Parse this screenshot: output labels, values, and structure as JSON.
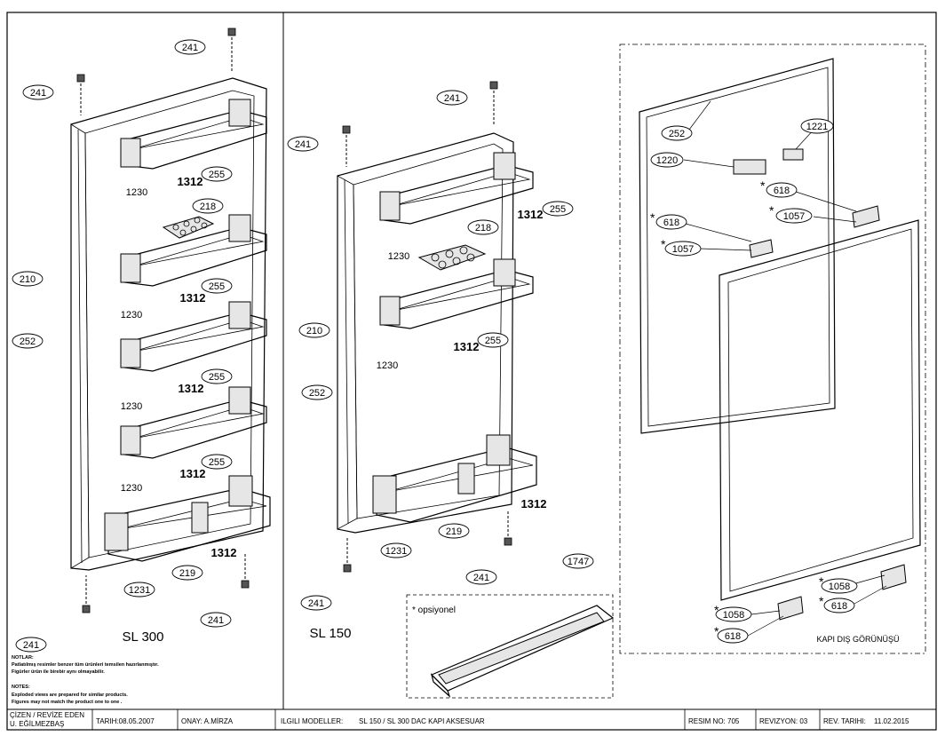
{
  "drawing": {
    "left_model": "SL 300",
    "middle_model": "SL 150",
    "optional_label": "* opsiyonel",
    "view_label": "KAPI DIŞ GÖRÜNÜŞÜ",
    "callouts": {
      "c241": "241",
      "c210": "210",
      "c252": "252",
      "c255": "255",
      "c218": "218",
      "c219": "219",
      "c1230": "1230",
      "c1231": "1231",
      "c1312": "1312",
      "c1747": "1747",
      "c1220": "1220",
      "c1221": "1221",
      "c618": "618",
      "c1057": "1057",
      "c1058": "1058",
      "star": "*"
    }
  },
  "notes": {
    "title_tr": "NOTLAR:",
    "line_tr1": "Patlatılmış resimler benzer tüm ürünleri temsilen hazırlanmıştır.",
    "line_tr2": "Figürler ürün ile birebir aynı olmayabilir.",
    "title_en": "NOTES:",
    "line_en1": "Exploded views are prepared for similar products.",
    "line_en2": "Figures may not match the product one to one ."
  },
  "title_block": {
    "drawn_by_label": "ÇİZEN / REVİZE EDEN",
    "drawn_by": "U. EĞİLMEZBAŞ",
    "date": "TARIH:08.05.2007",
    "approval": "ONAY: A.MİRZA",
    "models_label": "ILGILI MODELLER:",
    "models": "SL 150 / SL 300 DAC KAPI AKSESUAR",
    "drawing_no": "RESIM NO: 705",
    "revision": "REVIZYON: 03",
    "rev_date_label": "REV. TARIHI:",
    "rev_date": "11.02.2015"
  }
}
